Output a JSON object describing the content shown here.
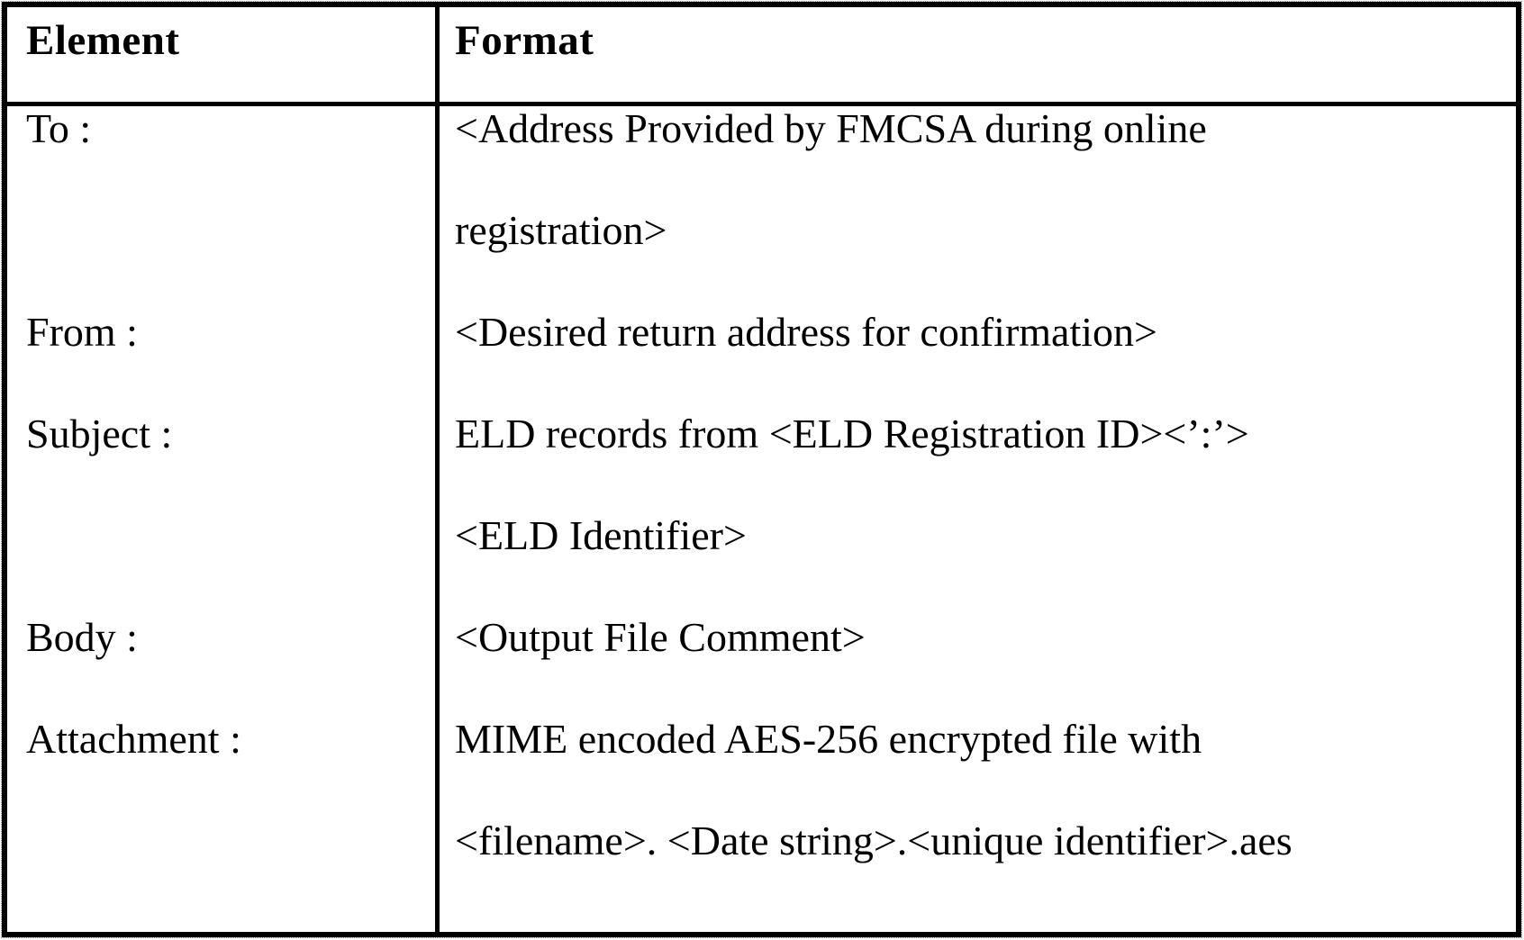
{
  "table": {
    "header": {
      "element": "Element",
      "format": "Format"
    },
    "rows": [
      {
        "element": "To :",
        "format": "<Address Provided by FMCSA during online\nregistration>"
      },
      {
        "element": "From :",
        "format": "<Desired return address for confirmation>"
      },
      {
        "element": "Subject :",
        "format": "ELD records from <ELD Registration ID><’:’>\n<ELD Identifier>"
      },
      {
        "element": "Body :",
        "format": "<Output File Comment>"
      },
      {
        "element": "Attachment :",
        "format": "MIME encoded AES-256 encrypted file with\n<filename>. <Date string>.<unique identifier>.aes"
      }
    ],
    "colors": {
      "border": "#000000",
      "text": "#000000",
      "background": "#ffffff"
    }
  }
}
